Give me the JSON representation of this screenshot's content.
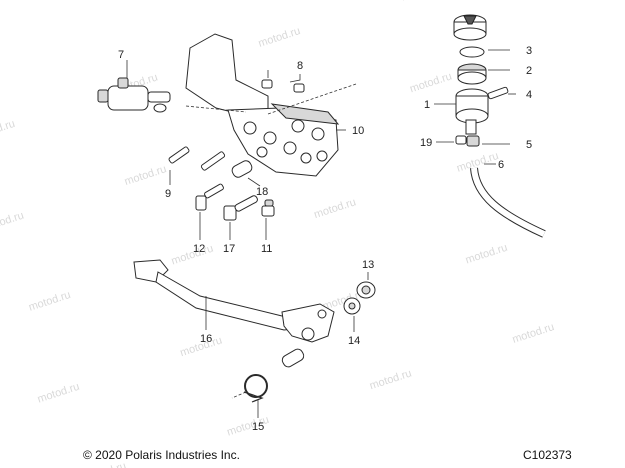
{
  "footer": {
    "copyright": "© 2020 Polaris Industries Inc.",
    "figure_id": "C102373"
  },
  "watermark": "motod.ru",
  "callouts": [
    "1",
    "2",
    "3",
    "4",
    "5",
    "6",
    "7",
    "8",
    "9",
    "10",
    "11",
    "12",
    "13",
    "14",
    "15",
    "16",
    "17",
    "18",
    "19"
  ]
}
